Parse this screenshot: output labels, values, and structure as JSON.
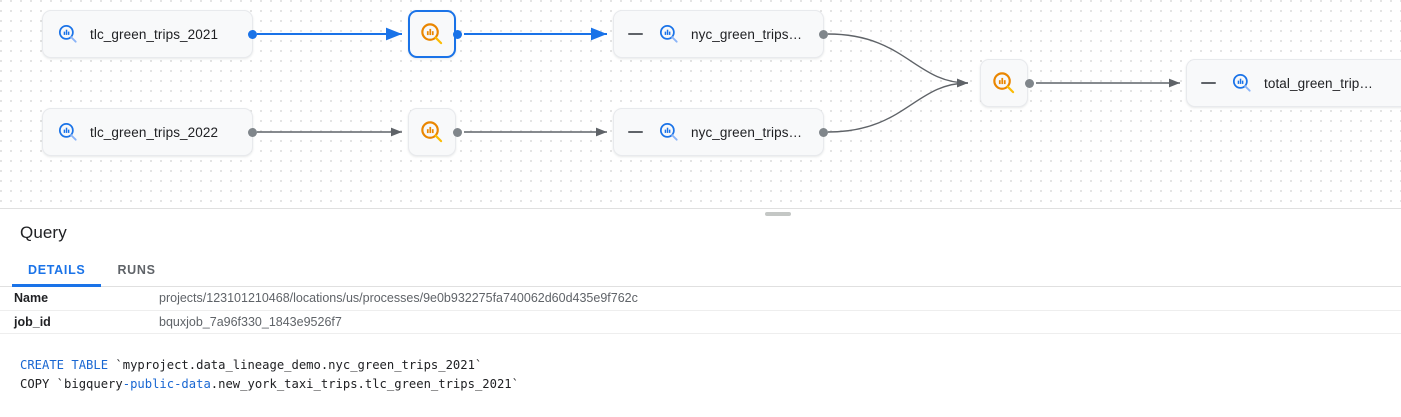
{
  "graph": {
    "nodes": [
      {
        "id": "tlc2021",
        "type": "table",
        "label": "tlc_green_trips_2021",
        "icon": "bigquery-table-search-icon",
        "icon_color": "#1a73e8",
        "selected": false,
        "has_collapse_dash": false
      },
      {
        "id": "tlc2022",
        "type": "table",
        "label": "tlc_green_trips_2022",
        "icon": "bigquery-table-search-icon",
        "icon_color": "#1a73e8",
        "selected": false,
        "has_collapse_dash": false
      },
      {
        "id": "proc1",
        "type": "process",
        "label": "",
        "icon": "lineage-process-search-icon",
        "icon_color": "#ea8600",
        "selected": true,
        "has_collapse_dash": false
      },
      {
        "id": "proc2",
        "type": "process",
        "label": "",
        "icon": "lineage-process-search-icon",
        "icon_color": "#ea8600",
        "selected": false,
        "has_collapse_dash": false
      },
      {
        "id": "nyc1",
        "type": "table",
        "label": "nyc_green_trips…",
        "icon": "bigquery-table-search-icon",
        "icon_color": "#1a73e8",
        "selected": false,
        "has_collapse_dash": true
      },
      {
        "id": "nyc2",
        "type": "table",
        "label": "nyc_green_trips…",
        "icon": "bigquery-table-search-icon",
        "icon_color": "#1a73e8",
        "selected": false,
        "has_collapse_dash": true
      },
      {
        "id": "procm",
        "type": "process",
        "label": "",
        "icon": "lineage-process-search-icon",
        "icon_color": "#ea8600",
        "selected": false,
        "has_collapse_dash": false
      },
      {
        "id": "total",
        "type": "table",
        "label": "total_green_trip…",
        "icon": "bigquery-table-search-icon",
        "icon_color": "#1a73e8",
        "selected": false,
        "has_collapse_dash": true
      }
    ],
    "edge_colors": {
      "highlighted": "#1a73e8",
      "normal": "#5f6368"
    },
    "dot_grid_color": "#e4e4e4"
  },
  "splitter": {
    "handle_name": "panel-resize-handle"
  },
  "panel": {
    "title": "Query",
    "tabs": [
      {
        "id": "details",
        "label": "DETAILS",
        "active": true
      },
      {
        "id": "runs",
        "label": "RUNS",
        "active": false
      }
    ],
    "details": [
      {
        "key": "Name",
        "value": "projects/123101210468/locations/us/processes/9e0b932275fa740062d60d435e9f762c"
      },
      {
        "key": "job_id",
        "value": "bquxjob_7a96f330_1843e9526f7"
      }
    ],
    "sql": {
      "line1_keyword": "CREATE TABLE",
      "line1_rest": " `myproject.data_lineage_demo.nyc_green_trips_2021`",
      "line2_prefix": "COPY `bigquery",
      "line2_keyword": "-public-data",
      "line2_rest": ".new_york_taxi_trips.tlc_green_trips_2021`"
    }
  }
}
